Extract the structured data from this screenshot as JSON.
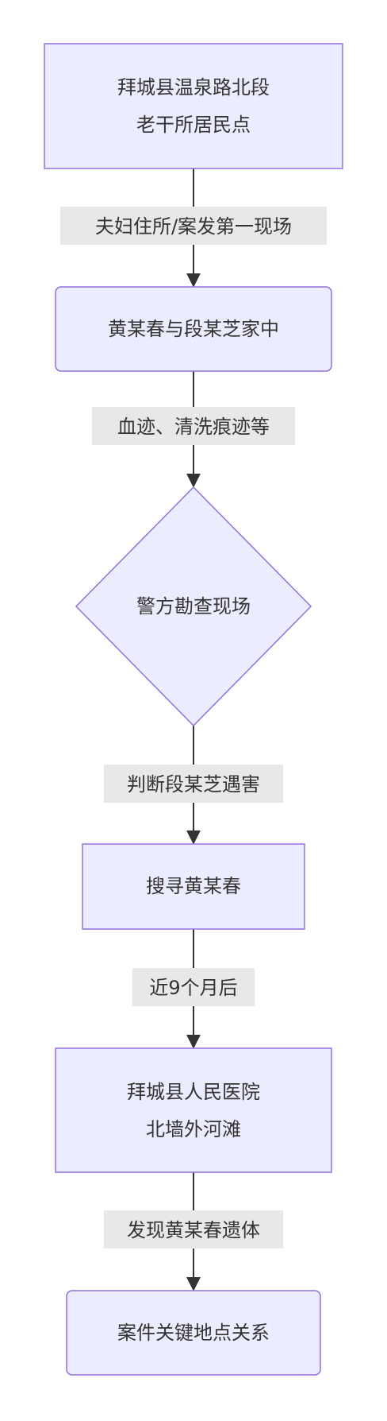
{
  "diagram": {
    "nodes": [
      {
        "id": "n1",
        "lines": [
          "拜城县温泉路北段",
          "老干所居民点"
        ]
      },
      {
        "id": "n2",
        "lines": [
          "黄某春与段某芝家中"
        ]
      },
      {
        "id": "n3",
        "lines": [
          "警方勘查现场"
        ]
      },
      {
        "id": "n4",
        "lines": [
          "搜寻黄某春"
        ]
      },
      {
        "id": "n5",
        "lines": [
          "拜城县人民医院",
          "北墙外河滩"
        ]
      },
      {
        "id": "n6",
        "lines": [
          "案件关键地点关系"
        ]
      }
    ],
    "edges": [
      {
        "from": "n1",
        "to": "n2",
        "label": "夫妇住所/案发第一现场"
      },
      {
        "from": "n2",
        "to": "n3",
        "label": "血迹、清洗痕迹等"
      },
      {
        "from": "n3",
        "to": "n4",
        "label": "判断段某芝遇害"
      },
      {
        "from": "n4",
        "to": "n5",
        "label": "近9个月后"
      },
      {
        "from": "n5",
        "to": "n6",
        "label": "发现黄某春遗体"
      }
    ],
    "colors": {
      "node_fill": "#ECECFF",
      "node_stroke": "#9370DB",
      "edge": "#333333",
      "label_bg": "#E8E8E8"
    }
  }
}
